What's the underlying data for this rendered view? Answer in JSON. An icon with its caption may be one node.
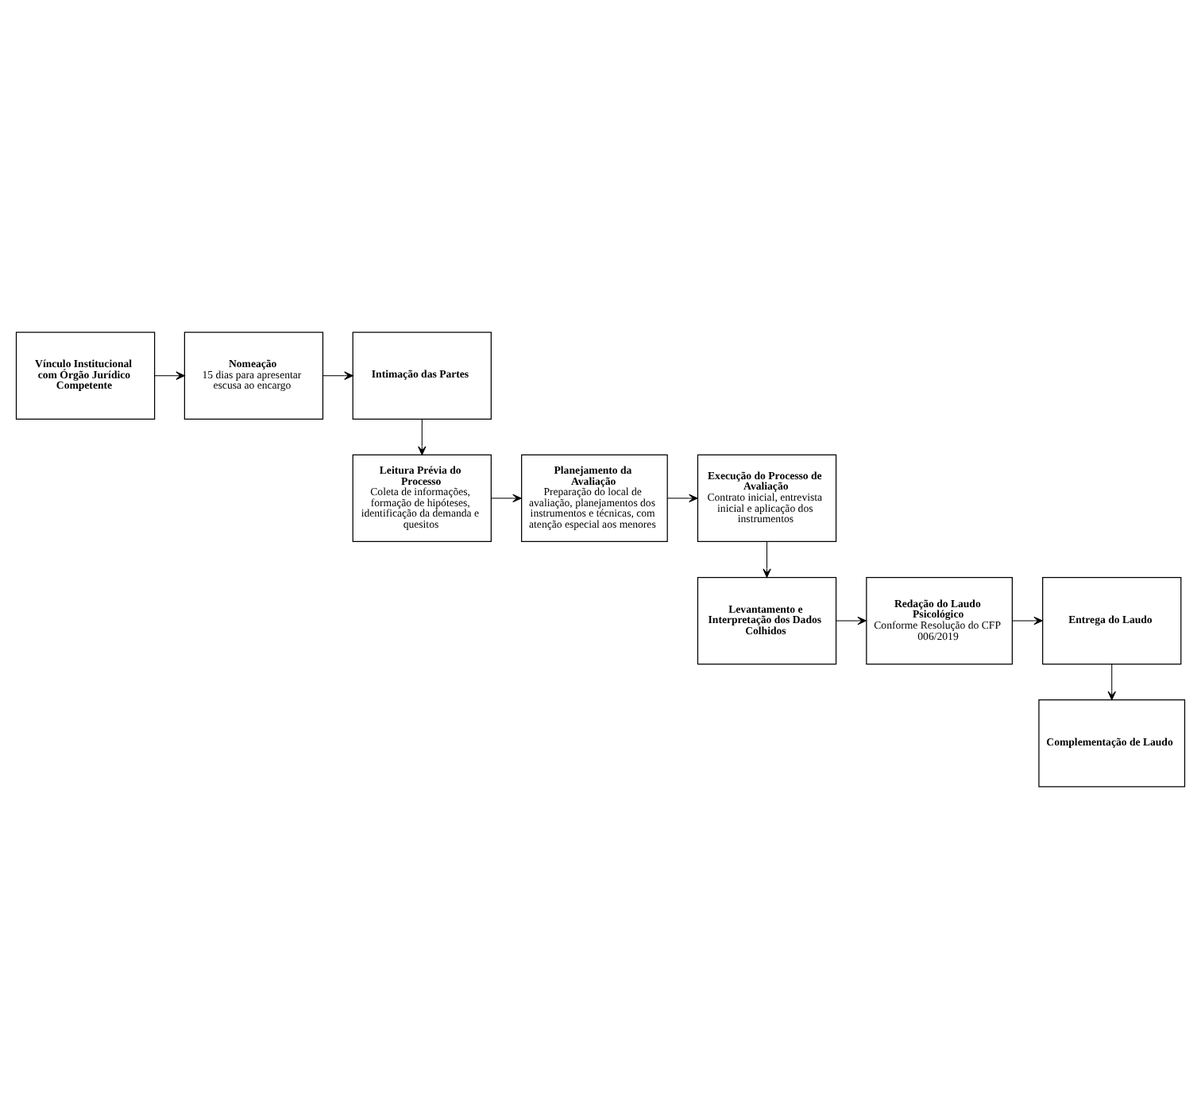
{
  "diagram": {
    "nodes": [
      {
        "text": [
          "Vínculo Institucional com Órgão Jurídico Competente"
        ]
      },
      {
        "text": [
          "Nomeação",
          "15 dias para apresentar escusa ao encargo"
        ]
      },
      {
        "text": [
          "Intimação das Partes"
        ]
      },
      {
        "text": [
          "Leitura Prévia do Processo",
          "Coleta de informações, formação de hipóteses, identificação da demanda e quesitos"
        ]
      },
      {
        "text": [
          "Planejamento da Avaliação",
          "Preparação do local de avaliação, planejamentos dos instrumentos e técnicas, com atenção especial aos menores"
        ]
      },
      {
        "text": [
          "Execução do Processo de Avaliação",
          "Contrato inicial, entrevista inicial e aplicação dos instrumentos"
        ]
      },
      {
        "text": [
          "Levantamento e Interpretação dos Dados Colhidos"
        ]
      },
      {
        "text": [
          "Redação do Laudo Psicológico",
          "Conforme Resolução do CFP 006/2019"
        ]
      },
      {
        "text": [
          "Entrega do Laudo"
        ]
      },
      {
        "text": [
          "Complementação de Laudo"
        ]
      }
    ],
    "edges": [
      {
        "from": 0,
        "to": 1,
        "arrow": "to"
      },
      {
        "from": 1,
        "to": 2,
        "arrow": "to"
      },
      {
        "from": 2,
        "to": 3,
        "arrow": "to"
      },
      {
        "from": 3,
        "to": 4,
        "arrow": "to"
      },
      {
        "from": 4,
        "to": 5,
        "arrow": "to"
      },
      {
        "from": 5,
        "to": 6,
        "arrow": "to"
      },
      {
        "from": 6,
        "to": 7,
        "arrow": "to"
      },
      {
        "from": 7,
        "to": 8,
        "arrow": "to"
      },
      {
        "from": 8,
        "to": 9,
        "arrow": "to"
      }
    ]
  }
}
